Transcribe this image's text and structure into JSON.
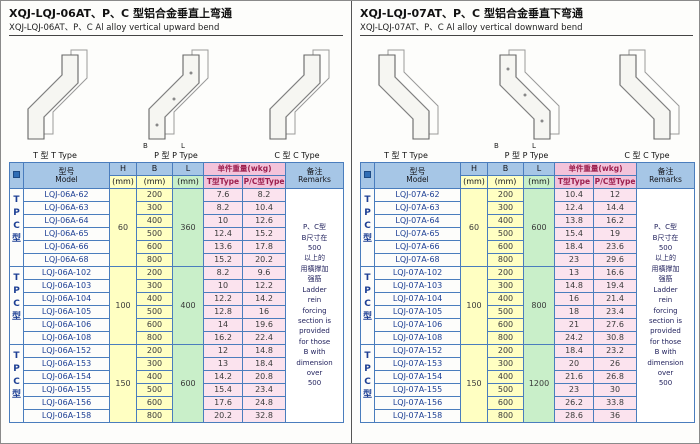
{
  "colors": {
    "border": "#4a7dbd",
    "header_bg": "#a6c6e6",
    "pink_header": "#f3c3da",
    "pink_cell": "#fbe3ee",
    "yellow": "#ffffc2",
    "green": "#c9efc9",
    "navy": "#1d3f94",
    "red": "#9c1f4e"
  },
  "panels": [
    {
      "title_cn": "XQJ-LQJ-06AT、P、C 型铝合金垂直上弯通",
      "title_en": "XQJ-LQJ-06AT、P、C Al alloy vertical upward bend",
      "bend": "up",
      "drawing_labels": [
        {
          "cn": "T 型",
          "en": "T Type"
        },
        {
          "cn": "P 型",
          "en": "P Type"
        },
        {
          "cn": "C 型",
          "en": "C Type"
        }
      ],
      "dim_labels": [
        "B",
        "L"
      ],
      "table": {
        "header": {
          "model_cn": "型号",
          "model_en": "Model",
          "h": "H",
          "b": "B",
          "l": "L",
          "mm": "(mm)",
          "weight": "单件重量(wkg)",
          "t_col": "T型Type",
          "pc_col": "P/C型Type",
          "remarks_cn": "备注",
          "remarks_en": "Remarks"
        },
        "letters": [
          "T",
          "P",
          "C",
          "型"
        ],
        "groups": [
          {
            "h": "60",
            "l": "360",
            "rows": [
              [
                "LQJ-06A-62",
                "200",
                "7.6",
                "8.2"
              ],
              [
                "LQJ-06A-63",
                "300",
                "8.2",
                "10.4"
              ],
              [
                "LQJ-06A-64",
                "400",
                "10",
                "12.6"
              ],
              [
                "LQJ-06A-65",
                "500",
                "12.4",
                "15.2"
              ],
              [
                "LQJ-06A-66",
                "600",
                "13.6",
                "17.8"
              ],
              [
                "LQJ-06A-68",
                "800",
                "15.2",
                "20.2"
              ]
            ]
          },
          {
            "h": "100",
            "l": "400",
            "rows": [
              [
                "LQJ-06A-102",
                "200",
                "8.2",
                "9.6"
              ],
              [
                "LQJ-06A-103",
                "300",
                "10",
                "12.2"
              ],
              [
                "LQJ-06A-104",
                "400",
                "12.2",
                "14.2"
              ],
              [
                "LQJ-06A-105",
                "500",
                "12.8",
                "16"
              ],
              [
                "LQJ-06A-106",
                "600",
                "14",
                "19.6"
              ],
              [
                "LQJ-06A-108",
                "800",
                "16.2",
                "22.4"
              ]
            ]
          },
          {
            "h": "150",
            "l": "600",
            "rows": [
              [
                "LQJ-06A-152",
                "200",
                "12",
                "14.8"
              ],
              [
                "LQJ-06A-153",
                "300",
                "13",
                "18.4"
              ],
              [
                "LQJ-06A-154",
                "400",
                "14.2",
                "20.8"
              ],
              [
                "LQJ-06A-155",
                "500",
                "15.4",
                "23.4"
              ],
              [
                "LQJ-06A-156",
                "600",
                "17.6",
                "24.8"
              ],
              [
                "LQJ-06A-158",
                "800",
                "20.2",
                "32.8"
              ]
            ]
          }
        ],
        "remarks_lines": [
          "P、C型",
          "B尺寸在",
          "500",
          "以上的",
          "用橫撑加",
          "强筋",
          "Ladder",
          "rein",
          "forcing",
          "section is",
          "provided",
          "for those",
          "B with",
          "dimension",
          "over",
          "500"
        ]
      }
    },
    {
      "title_cn": "XQJ-LQJ-07AT、P、C 型铝合金垂直下弯通",
      "title_en": "XQJ-LQJ-07AT、P、C Al alloy vertical downward bend",
      "bend": "down",
      "drawing_labels": [
        {
          "cn": "T 型",
          "en": "T Type"
        },
        {
          "cn": "P 型",
          "en": "P Type"
        },
        {
          "cn": "C 型",
          "en": "C Type"
        }
      ],
      "dim_labels": [
        "B",
        "L"
      ],
      "table": {
        "header": {
          "model_cn": "型号",
          "model_en": "Model",
          "h": "H",
          "b": "B",
          "l": "L",
          "mm": "(mm)",
          "weight": "单件重量(wkg)",
          "t_col": "T型Type",
          "pc_col": "P/C型Type",
          "remarks_cn": "备注",
          "remarks_en": "Remarks"
        },
        "letters": [
          "T",
          "P",
          "C",
          "型"
        ],
        "groups": [
          {
            "h": "60",
            "l": "600",
            "rows": [
              [
                "LQJ-07A-62",
                "200",
                "10.4",
                "12"
              ],
              [
                "LQJ-07A-63",
                "300",
                "12.4",
                "14.4"
              ],
              [
                "LQJ-07A-64",
                "400",
                "13.8",
                "16.2"
              ],
              [
                "LQJ-07A-65",
                "500",
                "15.4",
                "19"
              ],
              [
                "LQJ-07A-66",
                "600",
                "18.4",
                "23.6"
              ],
              [
                "LQJ-07A-68",
                "800",
                "23",
                "29.6"
              ]
            ]
          },
          {
            "h": "100",
            "l": "800",
            "rows": [
              [
                "LQJ-07A-102",
                "200",
                "13",
                "16.6"
              ],
              [
                "LQJ-07A-103",
                "300",
                "14.8",
                "19.4"
              ],
              [
                "LQJ-07A-104",
                "400",
                "16",
                "21.4"
              ],
              [
                "LQJ-07A-105",
                "500",
                "18",
                "23.4"
              ],
              [
                "LQJ-07A-106",
                "600",
                "21",
                "27.6"
              ],
              [
                "LQJ-07A-108",
                "800",
                "24.2",
                "30.8"
              ]
            ]
          },
          {
            "h": "150",
            "l": "1200",
            "rows": [
              [
                "LQJ-07A-152",
                "200",
                "18.4",
                "23.2"
              ],
              [
                "LQJ-07A-153",
                "300",
                "20",
                "26"
              ],
              [
                "LQJ-07A-154",
                "400",
                "21.6",
                "26.8"
              ],
              [
                "LQJ-07A-155",
                "500",
                "23",
                "30"
              ],
              [
                "LQJ-07A-156",
                "600",
                "26.2",
                "33.8"
              ],
              [
                "LQJ-07A-158",
                "800",
                "28.6",
                "36"
              ]
            ]
          }
        ],
        "remarks_lines": [
          "P、C型",
          "B尺寸在",
          "500",
          "以上的",
          "用橫撑加",
          "强筋",
          "Ladder",
          "rein",
          "forcing",
          "section is",
          "provided",
          "for those",
          "B with",
          "dimension",
          "over",
          "500"
        ]
      }
    }
  ]
}
